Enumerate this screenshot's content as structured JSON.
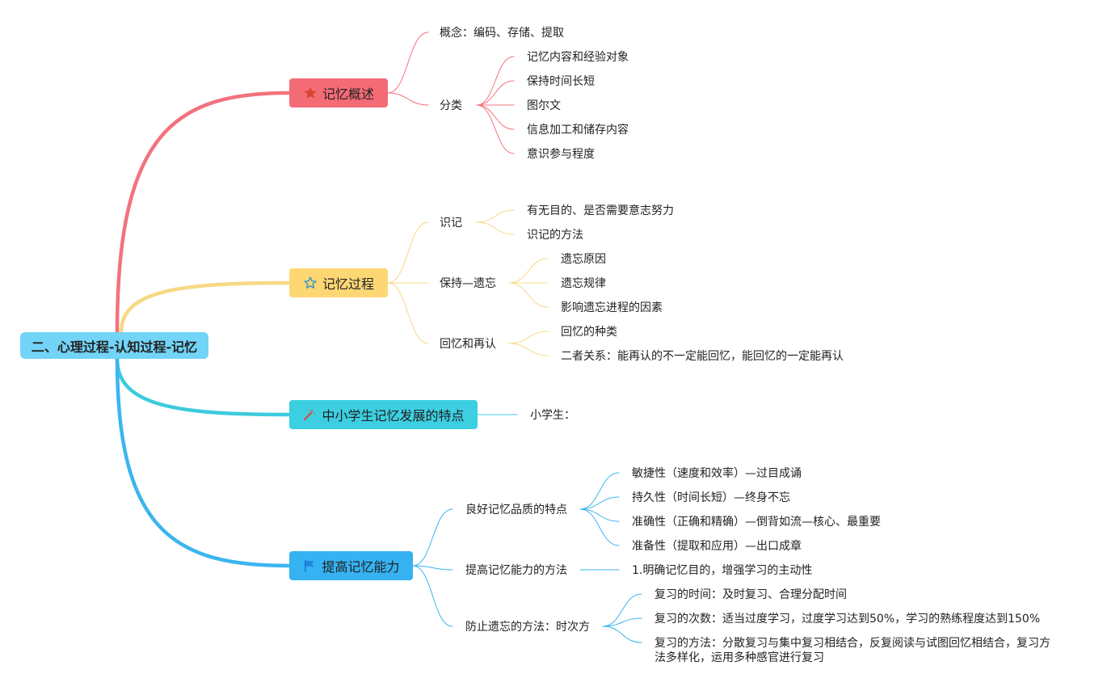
{
  "root": {
    "label": "二、心理过程-认知过程-记忆",
    "color": "#72d4f7"
  },
  "branches": [
    {
      "label": "记忆概述",
      "icon": "star-filled-icon",
      "color": "#f46b76",
      "line": "#f2727d",
      "children": [
        {
          "label": "概念：编码、存储、提取",
          "children": []
        },
        {
          "label": "分类",
          "children": [
            {
              "label": "记忆内容和经验对象"
            },
            {
              "label": "保持时间长短"
            },
            {
              "label": "图尔文"
            },
            {
              "label": "信息加工和储存内容"
            },
            {
              "label": "意识参与程度"
            }
          ]
        }
      ]
    },
    {
      "label": "记忆过程",
      "icon": "star-outline-icon",
      "color": "#fed775",
      "line": "#f7d884",
      "children": [
        {
          "label": "识记",
          "children": [
            {
              "label": "有无目的、是否需要意志努力"
            },
            {
              "label": "识记的方法"
            }
          ]
        },
        {
          "label": "保持—遗忘",
          "children": [
            {
              "label": "遗忘原因"
            },
            {
              "label": "遗忘规律"
            },
            {
              "label": "影响遗忘进程的因素"
            }
          ]
        },
        {
          "label": "回忆和再认",
          "children": [
            {
              "label": "回忆的种类"
            },
            {
              "label": "二者关系：能再认的不一定能回忆，能回忆的一定能再认"
            }
          ]
        }
      ]
    },
    {
      "label": "中小学生记忆发展的特点",
      "icon": "magic-wand-icon",
      "color": "#3ccfe2",
      "line": "#3bcbdc",
      "children": [
        {
          "label": "小学生：",
          "children": []
        }
      ]
    },
    {
      "label": "提高记忆能力",
      "icon": "flag-icon",
      "color": "#35b2f2",
      "line": "#3bb5ef",
      "children": [
        {
          "label": "良好记忆品质的特点",
          "children": [
            {
              "label": "敏捷性（速度和效率）—过目成诵"
            },
            {
              "label": "持久性（时间长短）—终身不忘"
            },
            {
              "label": "准确性（正确和精确）—倒背如流—核心、最重要"
            },
            {
              "label": "准备性（提取和应用）—出口成章"
            }
          ]
        },
        {
          "label": "提高记忆能力的方法",
          "children": [
            {
              "label": "1.明确记忆目的，增强学习的主动性"
            }
          ]
        },
        {
          "label": "防止遗忘的方法：时次方",
          "children": [
            {
              "label": "复习的时间：及时复习、合理分配时间"
            },
            {
              "label": "复习的次数：适当过度学习，过度学习达到50%，学习的熟练程度达到150%"
            },
            {
              "label": "复习的方法：分散复习与集中复习相结合，反复阅读与试图回忆相结合，复习方法多样化，运用多种感官进行复习"
            }
          ]
        }
      ]
    }
  ]
}
